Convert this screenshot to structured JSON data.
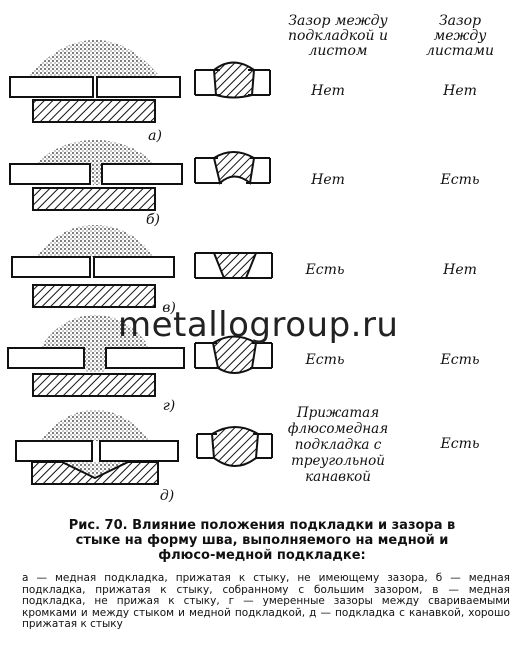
{
  "columns": {
    "gap_plate_sheet": [
      "Зазор между",
      "подкладкой и",
      "листом"
    ],
    "gap_sheets": [
      "Зазор",
      "между",
      "листами"
    ]
  },
  "rows": [
    {
      "label": "а)",
      "gap_plate_sheet": "Нет",
      "gap_sheets": "Нет"
    },
    {
      "label": "б)",
      "gap_plate_sheet": "Нет",
      "gap_sheets": "Есть"
    },
    {
      "label": "в)",
      "gap_plate_sheet": "Есть",
      "gap_sheets": "Нет"
    },
    {
      "label": "г)",
      "gap_plate_sheet": "Есть",
      "gap_sheets": "Есть"
    },
    {
      "label": "д)",
      "gap_plate_sheet_lines": [
        "Прижатая",
        "флюсомедная",
        "подкладка с",
        "треугольной",
        "канавкой"
      ],
      "gap_sheets": "Есть"
    }
  ],
  "watermark": "metallogroup.ru",
  "caption": {
    "line1": "Рис. 70. Влияние положения подкладки и зазора в",
    "line2": "стыке на форму шва, выполняемого на медной и",
    "line3": "флюсо-медной подкладке:"
  },
  "legend": "а — медная подкладка, прижатая к стыку, не имеющему зазора, б — медная подкладка, прижатая к стыку, собранному с большим зазором, в — медная подкладка, не прижая к стыку, г — умеренные зазоры между свариваемыми кромками и между стыком и медной подкладкой, д — подкладка с канавкой, хорошо прижатая к стыку"
}
